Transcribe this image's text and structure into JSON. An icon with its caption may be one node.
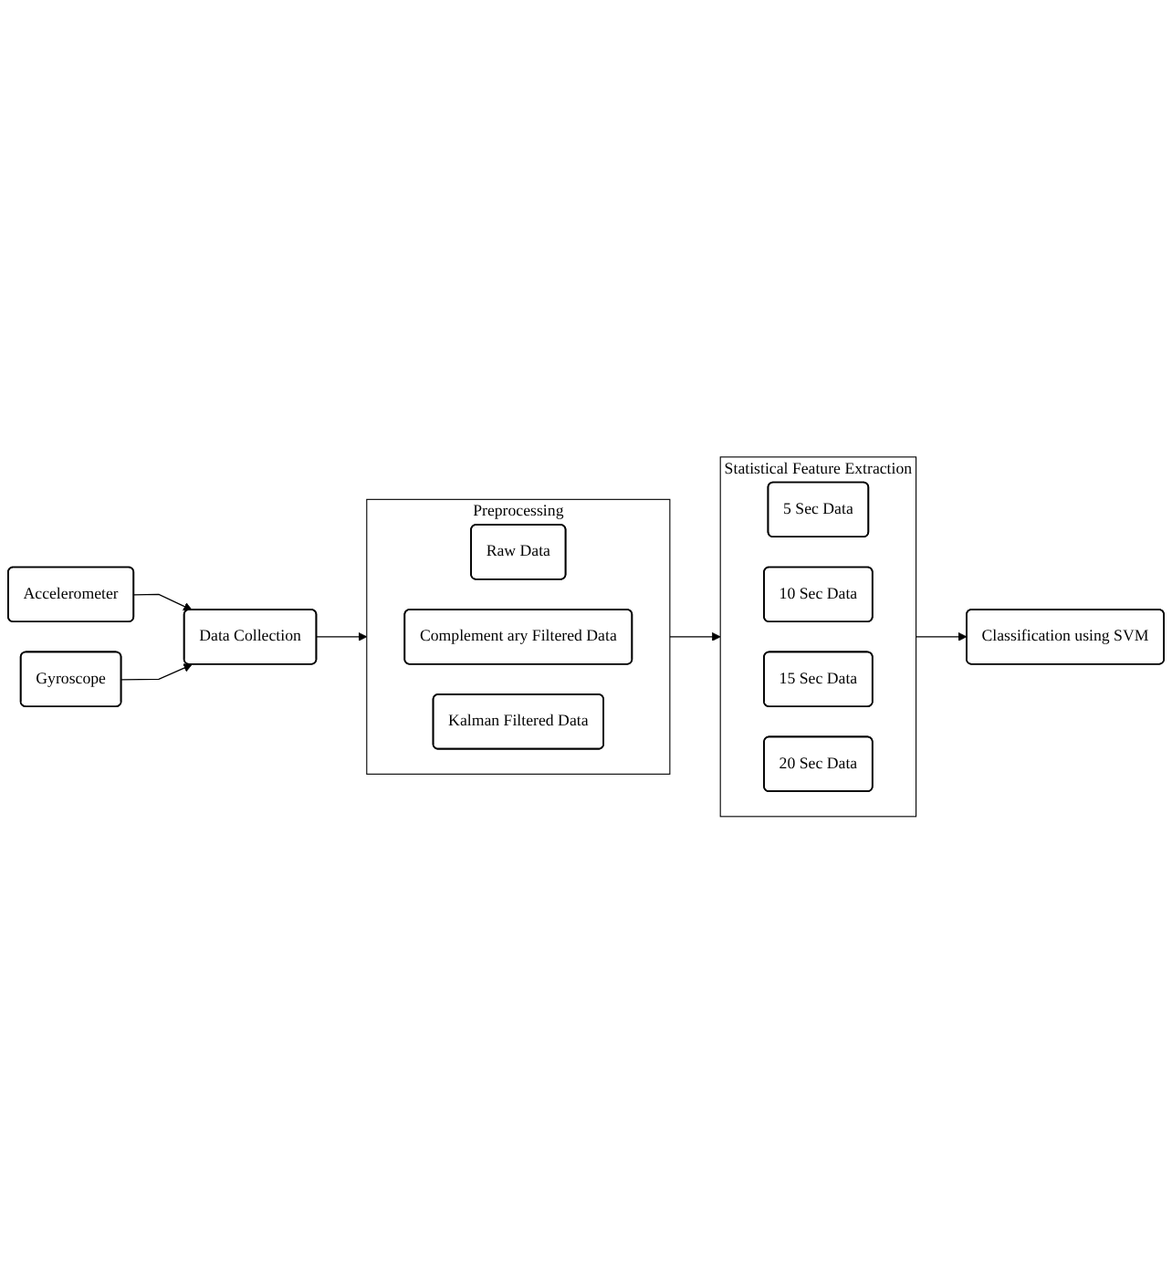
{
  "diagram": {
    "nodes": [
      {
        "text": [
          "Accelerometer"
        ]
      },
      {
        "text": [
          "Gyroscope"
        ]
      },
      {
        "text": [
          "Data Collection"
        ]
      },
      {
        "text": [
          "Statistical Feature Extraction"
        ]
      },
      {
        "text": [
          "5 Sec Data"
        ],
        "in": 3
      },
      {
        "text": [
          "10 Sec Data"
        ],
        "in": 3
      },
      {
        "text": [
          "15 Sec Data"
        ],
        "in": 3
      },
      {
        "text": [
          "20 Sec Data"
        ],
        "in": 3
      },
      {
        "text": [
          "Preprocessing"
        ]
      },
      {
        "text": [
          "Raw Data"
        ],
        "in": 8
      },
      {
        "text": [
          "Complement ary Filtered Data"
        ],
        "in": 8
      },
      {
        "text": [
          "Kalman Filtered Data"
        ],
        "in": 8
      },
      {
        "text": [
          "Classification using SVM"
        ]
      }
    ],
    "edges": [
      {
        "from": 0,
        "to": 2,
        "arrow": "to"
      },
      {
        "from": 1,
        "to": 2,
        "arrow": "to"
      },
      {
        "from": 2,
        "to": 8,
        "arrow": "to"
      },
      {
        "from": 8,
        "to": 3,
        "arrow": "to"
      },
      {
        "from": 3,
        "to": 12,
        "arrow": "to"
      }
    ]
  }
}
